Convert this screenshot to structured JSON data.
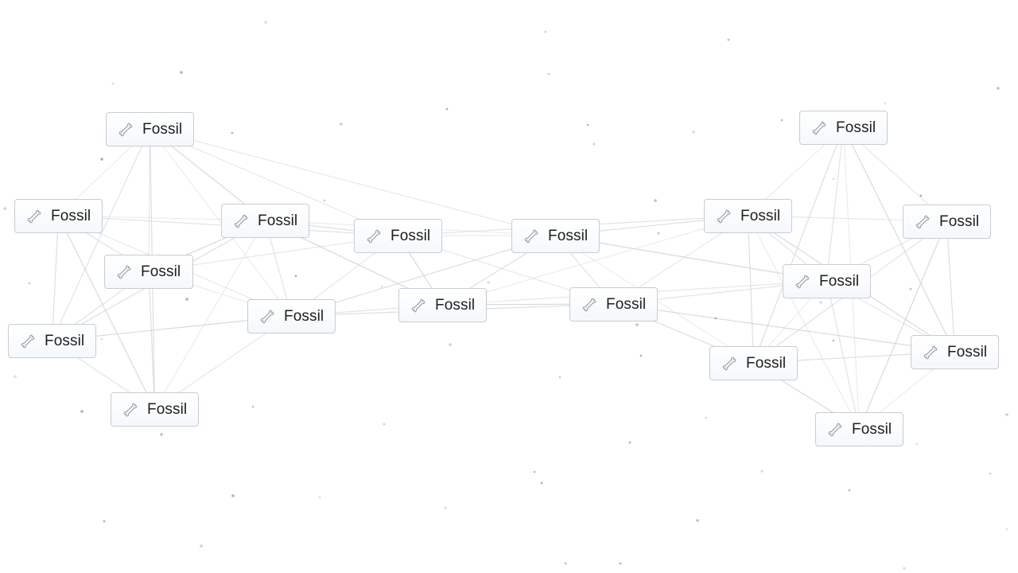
{
  "game": {
    "element_icon": "bone-icon",
    "tiles": [
      {
        "id": "t1",
        "label": "Fossil"
      },
      {
        "id": "t2",
        "label": "Fossil"
      },
      {
        "id": "t3",
        "label": "Fossil"
      },
      {
        "id": "t4",
        "label": "Fossil"
      },
      {
        "id": "t5",
        "label": "Fossil"
      },
      {
        "id": "t6",
        "label": "Fossil"
      },
      {
        "id": "t7",
        "label": "Fossil"
      },
      {
        "id": "t8",
        "label": "Fossil"
      },
      {
        "id": "t9",
        "label": "Fossil"
      },
      {
        "id": "t10",
        "label": "Fossil"
      },
      {
        "id": "t11",
        "label": "Fossil"
      },
      {
        "id": "t12",
        "label": "Fossil"
      },
      {
        "id": "t13",
        "label": "Fossil"
      },
      {
        "id": "t14",
        "label": "Fossil"
      },
      {
        "id": "t15",
        "label": "Fossil"
      },
      {
        "id": "t16",
        "label": "Fossil"
      },
      {
        "id": "t17",
        "label": "Fossil"
      },
      {
        "id": "t18",
        "label": "Fossil"
      }
    ],
    "colors": {
      "tile_border": "#c3cdd7",
      "link_line": "#d2d6db",
      "particle": "#9aa0a6"
    }
  }
}
